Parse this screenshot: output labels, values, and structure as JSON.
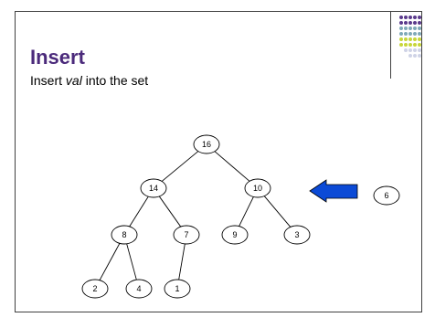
{
  "slide": {
    "title": "Insert",
    "subtitle_prefix": "Insert ",
    "subtitle_var": "val",
    "subtitle_suffix": " into the set"
  },
  "colors": {
    "title": "#4b2a7b",
    "arrow": "#0b4ad6",
    "dot_palette": [
      "#5b3a8c",
      "#7fa9b8",
      "#c8d63a",
      "#cfd3e6"
    ]
  },
  "tree": {
    "nodes": [
      {
        "id": "n16",
        "label": "16"
      },
      {
        "id": "n14",
        "label": "14"
      },
      {
        "id": "n10",
        "label": "10"
      },
      {
        "id": "n8",
        "label": "8"
      },
      {
        "id": "n7",
        "label": "7"
      },
      {
        "id": "n9",
        "label": "9"
      },
      {
        "id": "n3",
        "label": "3"
      },
      {
        "id": "n2",
        "label": "2"
      },
      {
        "id": "n4",
        "label": "4"
      },
      {
        "id": "n1",
        "label": "1"
      }
    ],
    "edges": [
      [
        "n16",
        "n14"
      ],
      [
        "n16",
        "n10"
      ],
      [
        "n14",
        "n8"
      ],
      [
        "n14",
        "n7"
      ],
      [
        "n10",
        "n9"
      ],
      [
        "n10",
        "n3"
      ],
      [
        "n8",
        "n2"
      ],
      [
        "n8",
        "n4"
      ],
      [
        "n7",
        "n1"
      ]
    ],
    "new_node": {
      "id": "n6",
      "label": "6"
    }
  }
}
